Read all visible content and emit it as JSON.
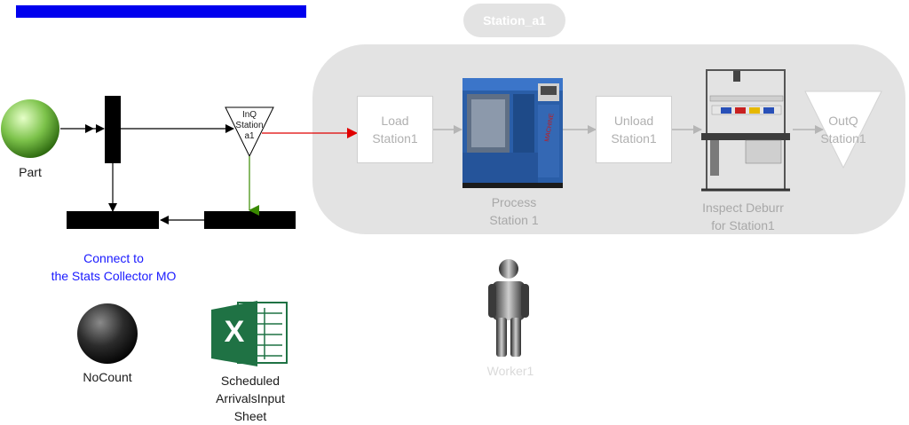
{
  "header_bar_color": "#0000ee",
  "station": {
    "title": "Station_a1",
    "load": [
      "Load",
      "Station1"
    ],
    "process": [
      "Process",
      "Station 1"
    ],
    "unload": [
      "Unload",
      "Station1"
    ],
    "inspect": [
      "Inspect Deburr",
      "for Station1"
    ],
    "outq": [
      "OutQ",
      "Station1"
    ]
  },
  "part": {
    "label": "Part"
  },
  "inq": {
    "lines": [
      "InQ",
      "Station",
      "a1"
    ]
  },
  "connect_note": [
    "Connect to",
    "the Stats Collector MO"
  ],
  "nocount": {
    "label": "NoCount"
  },
  "excel": {
    "letter": "X",
    "lines": [
      "Scheduled",
      "ArrivalsInput",
      "Sheet"
    ]
  },
  "worker": {
    "label": "Worker1"
  },
  "colors": {
    "link_red": "#e00000",
    "link_green": "#3a8a00",
    "note_blue": "#1a1aff"
  }
}
